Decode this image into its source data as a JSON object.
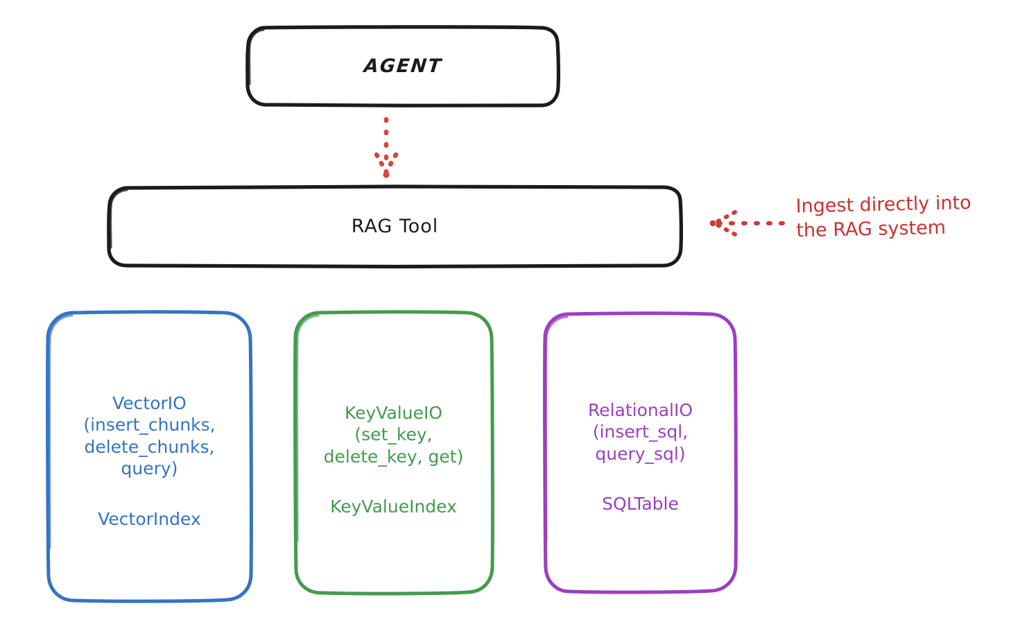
{
  "diagram": {
    "title": "RAG Tool architecture diagram",
    "background": "#ffffff",
    "nodes": {
      "agent": {
        "label": "AGENT",
        "border_color": "#1b1b1b",
        "text_color": "#1b1b1b"
      },
      "rag_tool": {
        "label": "RAG Tool",
        "border_color": "#1b1b1b",
        "text_color": "#1b1b1b"
      },
      "vector_io": {
        "interface": "VectorIO\n(insert_chunks,\ndelete_chunks,\nquery)",
        "index": "VectorIndex",
        "color": "#3573c4"
      },
      "key_value_io": {
        "interface": "KeyValueIO\n(set_key,\ndelete_key, get)",
        "index": "KeyValueIndex",
        "color": "#459a4f"
      },
      "relational_io": {
        "interface": "RelationalIO\n(insert_sql,\nquery_sql)",
        "index": "SQLTable",
        "color": "#9c3fc0"
      }
    },
    "annotations": {
      "ingest": {
        "text": "Ingest directly into\nthe RAG system",
        "color": "#c9332f"
      }
    },
    "connectors": {
      "agent_to_rag_tool": {
        "style": "dotted-arrow-down",
        "color": "#d64541"
      },
      "ingest_to_rag_tool": {
        "style": "dotted-arrow-left",
        "color": "#cc3b36"
      }
    }
  }
}
